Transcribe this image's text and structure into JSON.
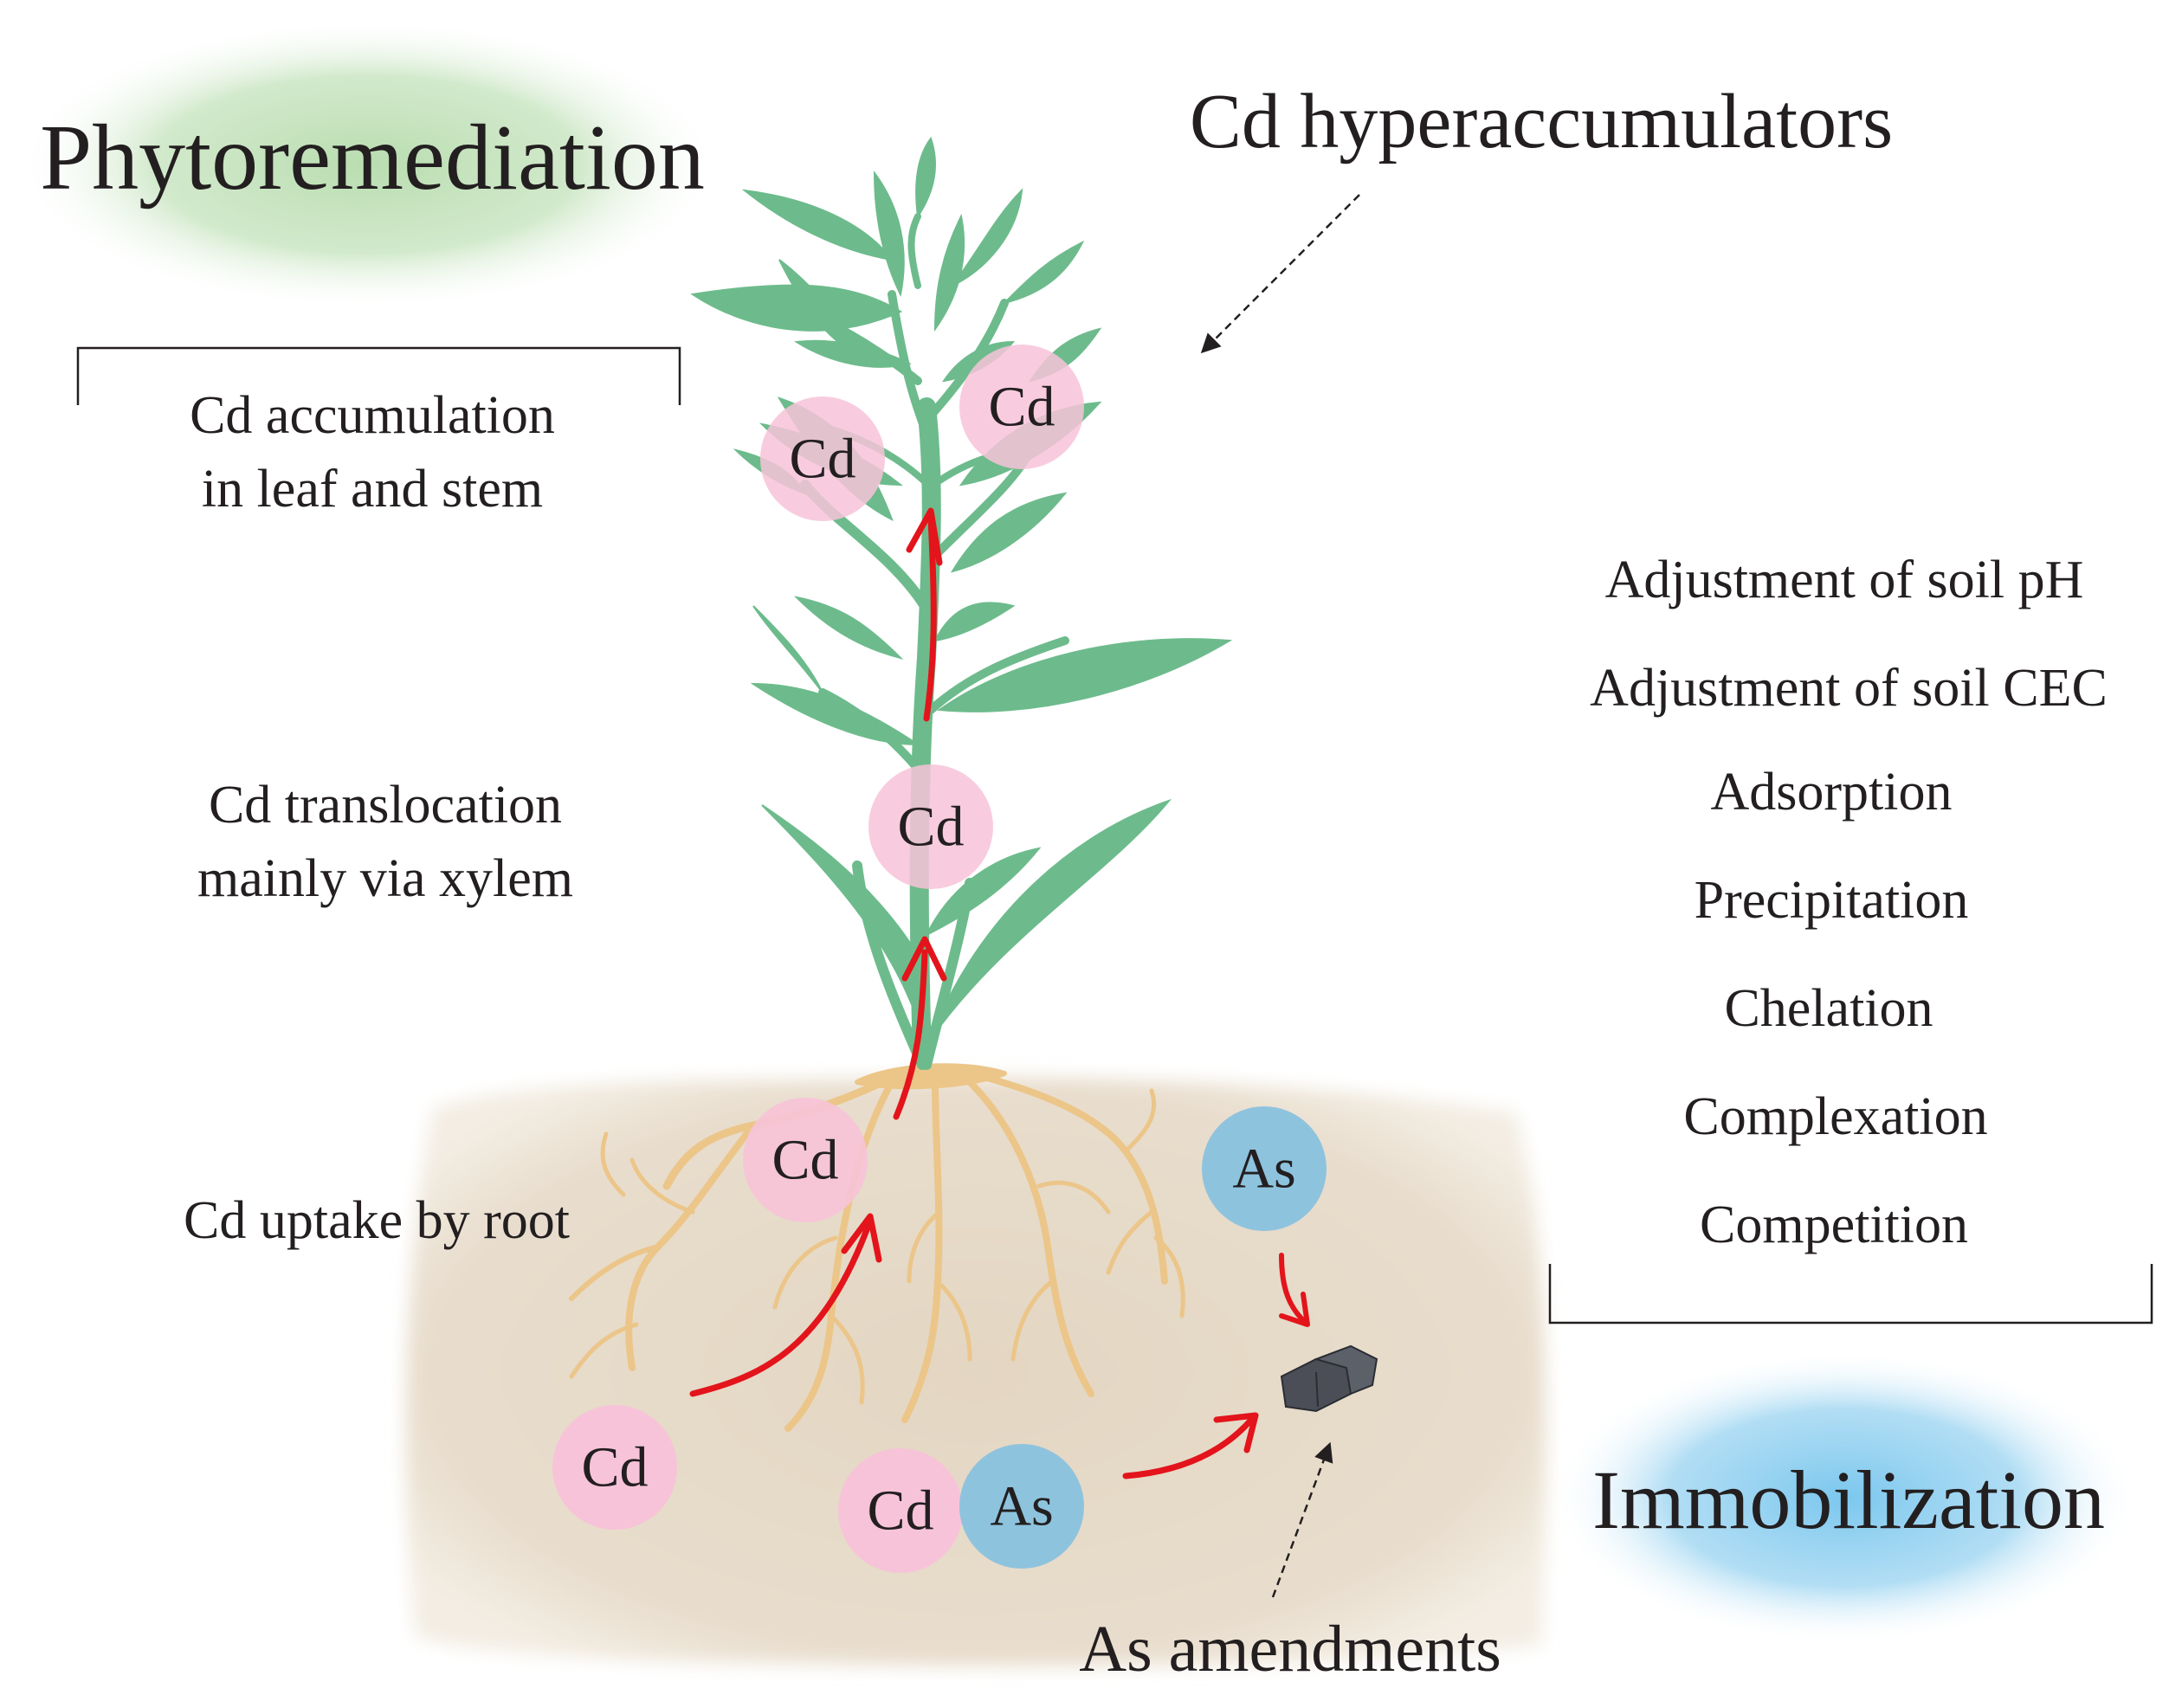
{
  "titles": {
    "phyto": "Phytoremediation",
    "immob": "Immobilization",
    "hyper": "Cd hyperaccumulators",
    "amend": "As amendments"
  },
  "phyto_steps": {
    "accum_line1": "Cd accumulation",
    "accum_line2": "in leaf and stem",
    "transloc_line1": "Cd translocation",
    "transloc_line2": "mainly via xylem",
    "uptake": "Cd uptake by root"
  },
  "immob_mechanisms": [
    "Adjustment of soil pH",
    "Adjustment of soil CEC",
    "Adsorption",
    "Precipitation",
    "Chelation",
    "Complexation",
    "Competition"
  ],
  "ions": {
    "cd": "Cd",
    "as": "As"
  },
  "colors": {
    "cd_fill": "#f7c3d8",
    "as_fill": "#8ec3de",
    "leaf": "#6dbb8c",
    "root": "#ecc589",
    "soil": "#e7dccb",
    "arrow": "#e3141b",
    "phyto_glow": "#c7e4bf",
    "immob_glow": "#9fd3f0"
  }
}
